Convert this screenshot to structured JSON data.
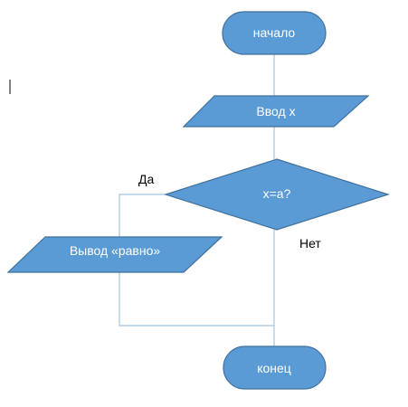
{
  "diagram": {
    "nodes": {
      "start": {
        "label": "начало"
      },
      "input": {
        "label": "Ввод x"
      },
      "decision": {
        "label": "x=a?"
      },
      "output": {
        "label": "Вывод «равно»"
      },
      "end": {
        "label": "конец"
      }
    },
    "edges": {
      "yes_label": "Да",
      "no_label": "Нет"
    }
  },
  "colors": {
    "shape_fill": "#5b9bd5",
    "shape_stroke": "#41719c",
    "connector": "#a5c3e3",
    "shape_text": "#ffffff",
    "edge_text": "#000000"
  }
}
